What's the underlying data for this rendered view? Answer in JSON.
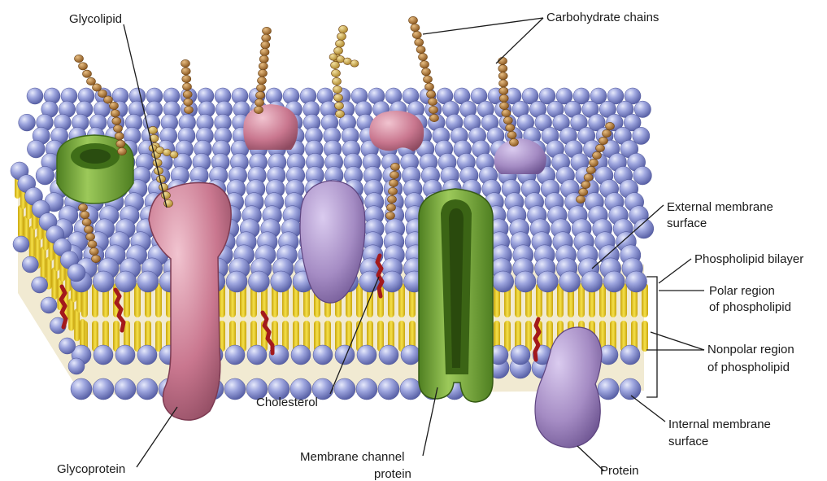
{
  "diagram": {
    "labels": {
      "glycolipid": "Glycolipid",
      "carbohydrate_chains": "Carbohydrate chains",
      "external_surface_1": "External membrane",
      "external_surface_2": "surface",
      "phospholipid_bilayer": "Phospholipid bilayer",
      "polar_region_1": "Polar region",
      "polar_region_2": "of phospholipid",
      "nonpolar_region_1": "Nonpolar region",
      "nonpolar_region_2": "of phospholipid",
      "internal_surface_1": "Internal membrane",
      "internal_surface_2": "surface",
      "protein": "Protein",
      "channel_protein_1": "Membrane channel",
      "channel_protein_2": "protein",
      "cholesterol": "Cholesterol",
      "glycoprotein": "Glycoprotein"
    },
    "colors": {
      "phospholipid_head": "#8e97d6",
      "phospholipid_tail": "#e8cf2a",
      "bilayer_core": "#f1ead2",
      "glycoprotein": "#c9778f",
      "peripheral_protein": "#a58cc4",
      "channel_protein": "#7fae3a",
      "green_protein_top": "#6aa93b",
      "carbohydrate_brown": "#b8813f",
      "carbohydrate_tan": "#d9b75a",
      "cholesterol": "#a3191c"
    }
  }
}
